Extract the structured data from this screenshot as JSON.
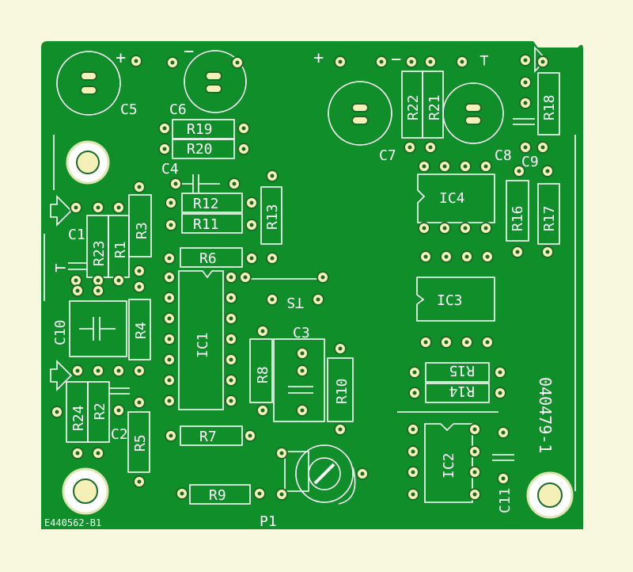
{
  "board": {
    "board_id": "E440562-B1",
    "part_number": "040479-1",
    "colors": {
      "background": "#f7f8dd",
      "board": "#0f8e2a",
      "silkscreen": "#ffffff",
      "pad": "#f4f0b8",
      "pad_hole": "#1a6b2a"
    }
  },
  "components": {
    "C1": "C1",
    "C2": "C2",
    "C3": "C3",
    "C4": "C4",
    "C5": "C5",
    "C6": "C6",
    "C7": "C7",
    "C8": "C8",
    "C9": "C9",
    "C10": "C10",
    "C11": "C11",
    "R1": "R1",
    "R2": "R2",
    "R3": "R3",
    "R4": "R4",
    "R5": "R5",
    "R6": "R6",
    "R7": "R7",
    "R8": "R8",
    "R9": "R9",
    "R10": "R10",
    "R11": "R11",
    "R12": "R12",
    "R13": "R13",
    "R14": "R14",
    "R15": "R15",
    "R16": "R16",
    "R17": "R17",
    "R18": "R18",
    "R19": "R19",
    "R20": "R20",
    "R21": "R21",
    "R22": "R22",
    "R23": "R23",
    "R24": "R24",
    "IC1": "IC1",
    "IC2": "IC2",
    "IC3": "IC3",
    "IC4": "IC4",
    "P1": "P1",
    "TS": "TS"
  },
  "polarity": {
    "plus": "+",
    "minus": "−",
    "ground": "⊥"
  }
}
